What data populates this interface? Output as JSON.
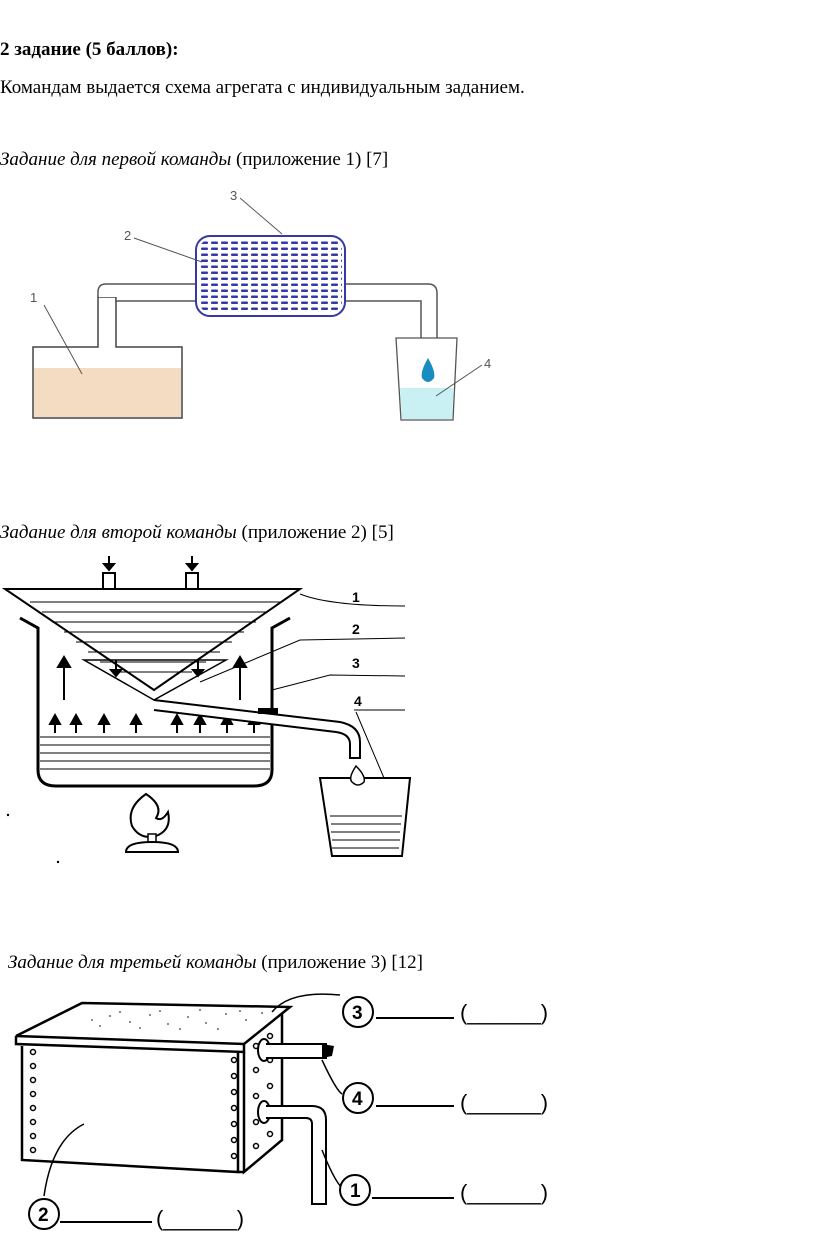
{
  "heading": "2 задание (5 баллов):",
  "intro": "Командам выдается схема агрегата с  индивидуальным заданием.",
  "tasks": [
    {
      "label": "Задание для первой команды",
      "suffix": " (приложение 1) [7]"
    },
    {
      "label": "Задание для второй команды",
      "suffix": " (приложение 2) [5]"
    },
    {
      "label": "Задание для третьей команды",
      "suffix": " (приложение 3) [12]"
    }
  ],
  "fig1": {
    "labels": [
      "1",
      "2",
      "3",
      "4"
    ],
    "colors": {
      "liquid": "#f4dcc2",
      "cooler": "#3438a8",
      "distillate": "#c9f1f4"
    }
  },
  "fig2": {
    "labels": [
      "1",
      "2",
      "3",
      "4"
    ]
  },
  "fig3": {
    "labels": [
      "1",
      "2",
      "3",
      "4"
    ],
    "blank_paren": "(______)"
  }
}
